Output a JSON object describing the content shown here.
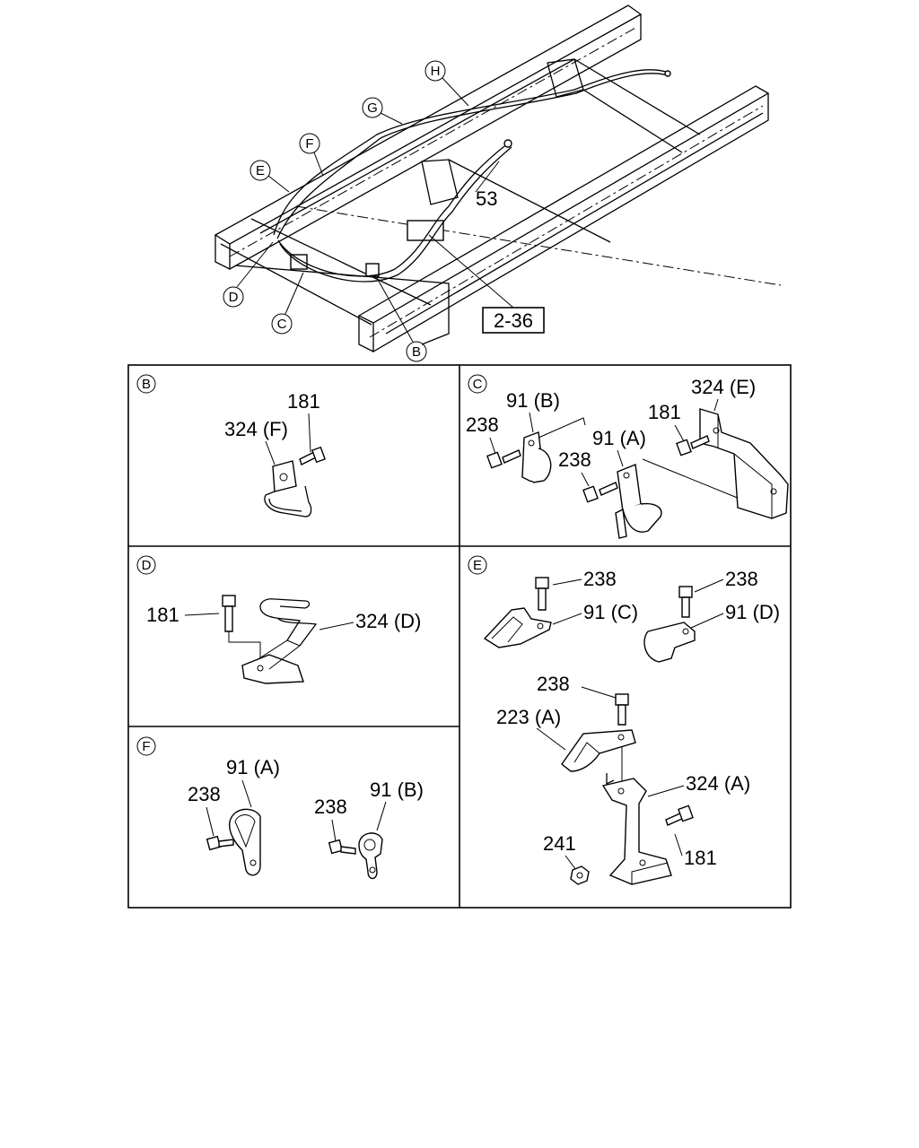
{
  "overview": {
    "callouts": [
      "H",
      "G",
      "F",
      "E",
      "D",
      "C",
      "B"
    ],
    "part_53": "53",
    "ref_box": "2-36"
  },
  "panels": {
    "B": {
      "tag": "B",
      "labels": {
        "bolt": "181",
        "bracket": "324 (F)"
      }
    },
    "C": {
      "tag": "C",
      "labels": {
        "clamp_b": "91 (B)",
        "bracket": "324 (E)",
        "bolt_181": "181",
        "bolt_238_a": "238",
        "clamp_a": "91 (A)",
        "bolt_238_b": "238"
      }
    },
    "D": {
      "tag": "D",
      "labels": {
        "bolt": "181",
        "bracket": "324 (D)"
      }
    },
    "E": {
      "tag": "E",
      "labels": {
        "bolt_238_a": "238",
        "clamp_c": "91 (C)",
        "bolt_238_b": "238",
        "clamp_d": "91 (D)",
        "bolt_238_c": "238",
        "clip": "223 (A)",
        "bracket": "324 (A)",
        "nut": "241",
        "bolt_181": "181"
      }
    },
    "F": {
      "tag": "F",
      "labels": {
        "clamp_a": "91 (A)",
        "bolt_238_a": "238",
        "bolt_238_b": "238",
        "clamp_b": "91 (B)"
      }
    }
  }
}
